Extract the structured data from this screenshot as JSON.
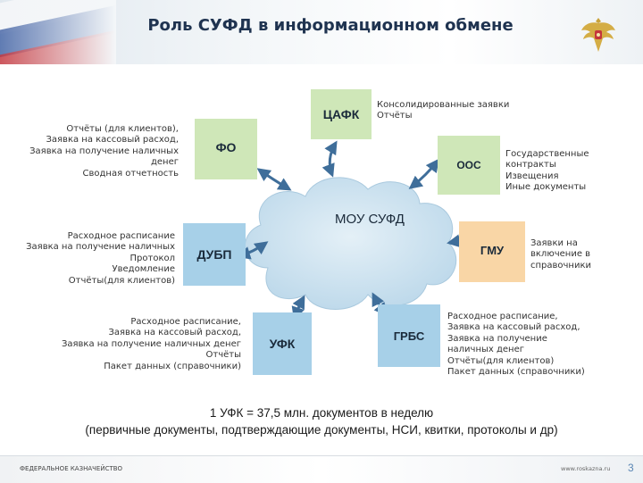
{
  "header": {
    "title": "Роль СУФД в информационном обмене"
  },
  "diagram": {
    "center": {
      "label": "МОУ СУФД"
    },
    "nodes": {
      "tsafk": {
        "label": "ЦАФК",
        "notes": [
          "Консолидированные заявки",
          "Отчёты"
        ]
      },
      "fo": {
        "label": "ФО",
        "notes": [
          "Отчёты (для клиентов),",
          "Заявка на кассовый расход,",
          "Заявка на получение наличных",
          "денег",
          "Сводная отчетность"
        ]
      },
      "oos": {
        "label": "ООС",
        "notes": [
          "Государственные",
          "контракты",
          "Извещения",
          "Иные документы"
        ]
      },
      "dubp": {
        "label": "ДУБП",
        "notes": [
          "Расходное расписание",
          "Заявка на получение наличных",
          "Протокол",
          "Уведомление",
          "Отчёты(для клиентов)"
        ]
      },
      "gmu": {
        "label": "ГМУ",
        "notes": [
          "Заявки на",
          "включение в",
          "справочники"
        ]
      },
      "ufk": {
        "label": "УФК",
        "notes": [
          "Расходное расписание,",
          "Заявка на кассовый расход,",
          "Заявка на получение наличных денег",
          "Отчёты",
          "Пакет данных (справочники)"
        ]
      },
      "grbs": {
        "label": "ГРБС",
        "notes": [
          "Расходное расписание,",
          "Заявка на кассовый расход,",
          "Заявка на получение",
          "наличных денег",
          "Отчёты(для клиентов)",
          "Пакет данных (справочники)"
        ]
      }
    }
  },
  "summary": {
    "line1": "1 УФК = 37,5 млн. документов в неделю",
    "line2": "(первичные документы, подтверждающие документы, НСИ, квитки, протоколы и др)"
  },
  "footer": {
    "left": "ФЕДЕРАЛЬНОЕ КАЗНАЧЕЙСТВО",
    "right": "www.roskazna.ru",
    "page": "3"
  },
  "colors": {
    "green": "#cfe7b8",
    "blue": "#a7d0e8",
    "orange": "#f9d6a6",
    "cloud": "#d3e6f1",
    "arrow": "#3f6e9a"
  }
}
